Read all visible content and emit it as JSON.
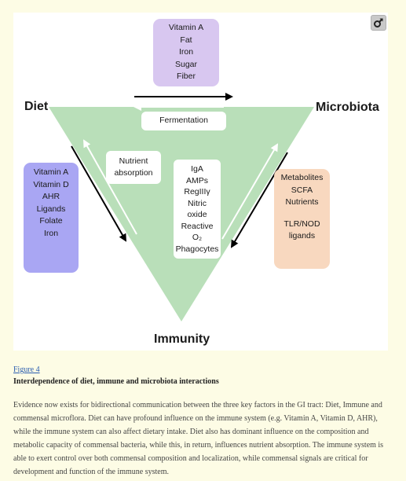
{
  "diagram": {
    "nodes": {
      "diet": "Diet",
      "microbiota": "Microbiota",
      "immunity": "Immunity"
    },
    "diet_to_microbiota": [
      "Vitamin A",
      "Fat",
      "Iron",
      "Sugar",
      "Fiber"
    ],
    "fermentation": "Fermentation",
    "nutrient_absorption": [
      "Nutrient",
      "absorption"
    ],
    "immune_factors": [
      "IgA",
      "AMPs",
      "RegIIIγ",
      "Nitric",
      "oxide",
      "Reactive",
      "O₂",
      "Phagocytes"
    ],
    "diet_to_immunity": [
      "Vitamin A",
      "Vitamin D",
      "AHR",
      "Ligands",
      "Folate",
      "Iron"
    ],
    "microbiota_to_immunity": [
      "Metabolites",
      "SCFA",
      "Nutrients"
    ],
    "microbiota_to_immunity_2": [
      "TLR/NOD",
      "ligands"
    ],
    "colors": {
      "triangle": "#b9dfb9",
      "purple_box": "#d8c7f0",
      "blue_box": "#a9a6f3",
      "orange_box": "#f8d8bf",
      "page_bg": "#fdfce5"
    }
  },
  "caption": {
    "figure_link": "Figure 4",
    "title": "Interdependence of diet, immune and microbiota interactions",
    "description": "Evidence now exists for bidirectional communication between the three key factors in the GI tract: Diet, Immune and commensal microflora. Diet can have profound influence on the immune system (e.g. Vitamin A, Vitamin D, AHR), while the immune system can also affect dietary intake. Diet also has dominant influence on the composition and metabolic capacity of commensal bacteria, while this, in return, influences nutrient absorption. The immune system is able to exert control over both commensal composition and localization, while commensal signals are critical for development and function of the immune system."
  }
}
